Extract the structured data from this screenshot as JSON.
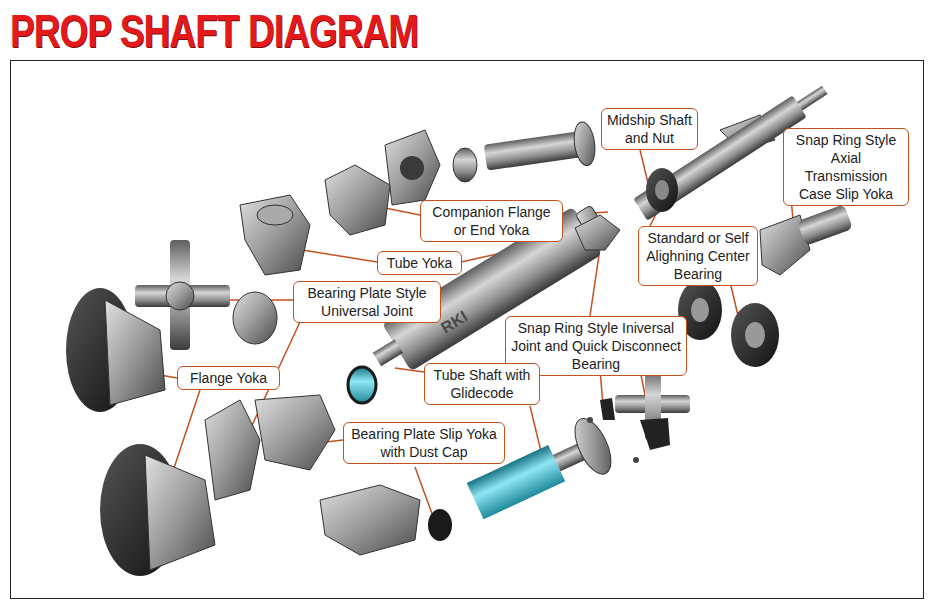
{
  "diagram": {
    "title": "PROP SHAFT DIAGRAM",
    "nodes": [
      {
        "text": [
          "Midship Shaft and Nut"
        ]
      },
      {
        "text": [
          "Snap Ring Style Axial Transmission Case Slip Yoka"
        ]
      },
      {
        "text": [
          "Companion Flange or End Yoka"
        ]
      },
      {
        "text": [
          "Standard or Self Alighning Center Bearing"
        ]
      },
      {
        "text": [
          "Tube Yoka"
        ]
      },
      {
        "text": [
          "Bearing Plate Style Universal Joint"
        ]
      },
      {
        "text": [
          "Snap Ring Style Iniversal Joint and Quick Disconnect Bearing"
        ]
      },
      {
        "text": [
          "Flange Yoka"
        ]
      },
      {
        "text": [
          "Tube Shaft with Glidecode"
        ]
      },
      {
        "text": [
          "Bearing Plate Slip Yoka with Dust Cap"
        ]
      }
    ],
    "labels": [
      "RKI"
    ]
  }
}
